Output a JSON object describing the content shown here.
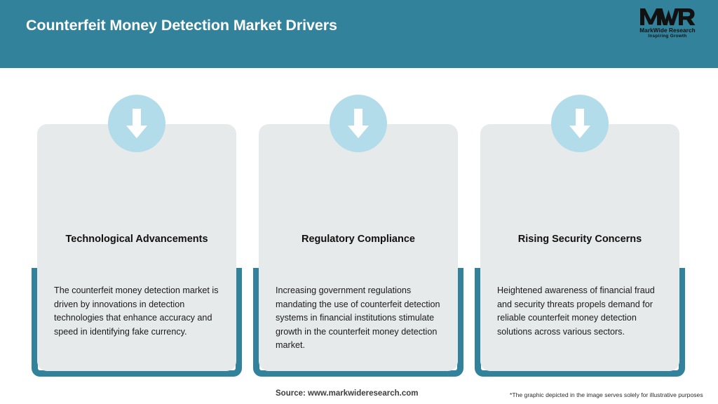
{
  "header": {
    "title": "Counterfeit Money Detection Market Drivers",
    "background_color": "#31829a",
    "title_color": "#ffffff",
    "logo": {
      "mark": "MWR",
      "name": "MarkWide Research",
      "tagline": "Inspiring Growth"
    }
  },
  "theme": {
    "accent_teal": "#31829a",
    "panel_grey": "#e6eaeb",
    "circle_blue": "#b3dcea",
    "arrow_white": "#ffffff",
    "page_background": "#ffffff"
  },
  "cards": [
    {
      "icon": "arrow-down-icon",
      "title": "Technological Advancements",
      "body": "The counterfeit money detection market is driven by innovations in detection technologies that enhance accuracy and speed in identifying fake currency."
    },
    {
      "icon": "arrow-down-icon",
      "title": "Regulatory Compliance",
      "body": "Increasing government regulations mandating the use of counterfeit detection systems in financial institutions stimulate growth in the counterfeit money detection market."
    },
    {
      "icon": "arrow-down-icon",
      "title": "Rising Security Concerns",
      "body": "Heightened awareness of financial fraud and security threats propels demand for reliable counterfeit money detection solutions across various sectors."
    }
  ],
  "footer": {
    "source": "Source: www.markwideresearch.com",
    "disclaimer": "*The graphic depicted in the image serves solely for illustrative purposes"
  }
}
